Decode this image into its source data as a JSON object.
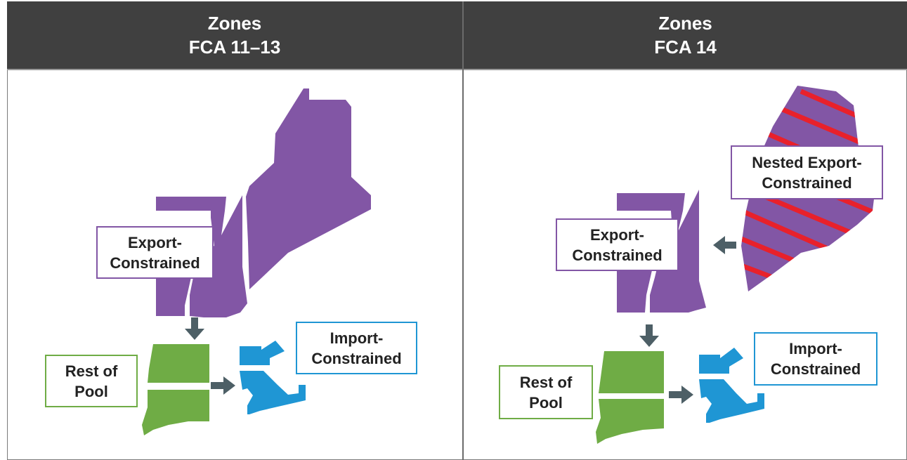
{
  "panels": [
    {
      "title": "Zones",
      "subtitle": "FCA 11–13"
    },
    {
      "title": "Zones",
      "subtitle": "FCA 14"
    }
  ],
  "labels": {
    "left_export": [
      "Export-",
      "Constrained"
    ],
    "left_rest": [
      "Rest of",
      "Pool"
    ],
    "left_import": [
      "Import-",
      "Constrained"
    ],
    "right_nested": [
      "Nested Export-",
      "Constrained"
    ],
    "right_export": [
      "Export-",
      "Constrained"
    ],
    "right_rest": [
      "Rest of",
      "Pool"
    ],
    "right_import": [
      "Import-",
      "Constrained"
    ]
  },
  "colors": {
    "header": "#404040",
    "export": "#8256a5",
    "rest": "#6fac45",
    "import": "#1f96d4",
    "arrow": "#4d5f66",
    "stripe": "#e8212b"
  }
}
